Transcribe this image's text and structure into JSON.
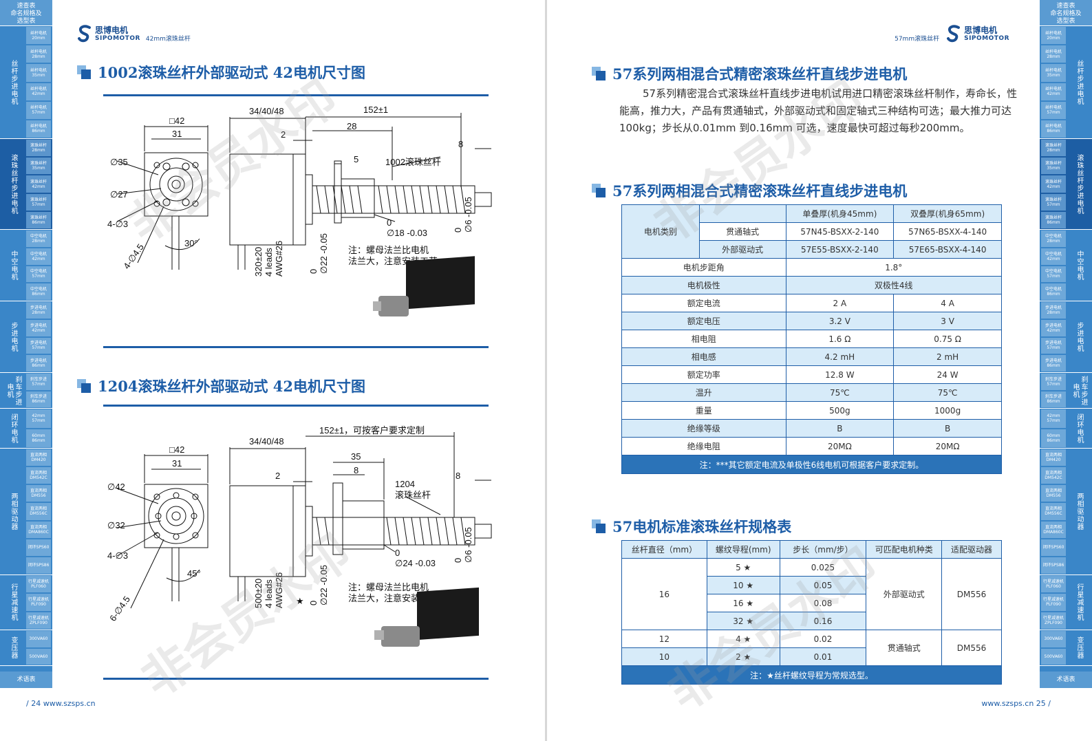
{
  "left_page": {
    "brand_cn": "思博电机",
    "brand_en": "SIPOMOTOR",
    "page_tag": "42mm滚珠丝杆",
    "section1_title": "1002滚珠丝杆外部驱动式 42电机尺寸图",
    "section2_title": "1204滚珠丝杆外部驱动式 42电机尺寸图",
    "drawing1": {
      "sq": "□42",
      "w31": "31",
      "len": "34/40/48",
      "total": "152±1",
      "d28": "28",
      "d2": "2",
      "d5": "5",
      "d8": "8",
      "phi35": "∅35",
      "phi27": "∅27",
      "holes": "4-∅3",
      "bolt": "4-∅4.5",
      "ang": "30°",
      "screw": "1002滚珠丝杆",
      "nut": "0\n∅18 -0.03",
      "boss": "0\n∅22 -0.05",
      "shaft": "0\n∅6 -0.05",
      "leads": "320±20\n4 leads\nAWG#26",
      "note1": "注：螺母法兰比电机",
      "note2": "法兰大，注意安装工艺。"
    },
    "drawing2": {
      "sq": "□42",
      "w31": "31",
      "len": "34/40/48",
      "total": "152±1，可按客户要求定制",
      "d35": "35",
      "d8a": "8",
      "d2": "2",
      "d8": "8",
      "phi42": "∅42",
      "phi32": "∅32",
      "holes": "4-∅3",
      "bolt": "6-∅4.5",
      "ang": "45°",
      "screw1": "1204",
      "screw2": "滚珠丝杆",
      "nut": "0\n∅24 -0.03",
      "boss": "0\n∅22 -0.05",
      "shaft": "0\n∅6 -0.05",
      "leads": "500±20\n4 leads\nAWG#26",
      "note1": "注：螺母法兰比电机",
      "note2": "法兰大，注意安装工艺。",
      "star": "★"
    },
    "footer": "/ 24    www.szsps.cn"
  },
  "right_page": {
    "brand_cn": "思博电机",
    "brand_en": "SIPOMOTOR",
    "page_tag": "57mm滚珠丝杆",
    "section1_title": "57系列两相混合式精密滚珠丝杆直线步进电机",
    "paragraph": "57系列精密混合式滚珠丝杆直线步进电机试用进口精密滚珠丝杆制作，寿命长，性能高，推力大，产品有贯通轴式，外部驱动式和固定轴式三种结构可选；最大推力可达100kg；步长从0.01mm 到0.16mm 可选，速度最快可超过每秒200mm。",
    "section2_title": "57系列两相混合式精密滚珠丝杆直线步进电机",
    "spec_table": {
      "col_single": "单叠厚(机身45mm)",
      "col_double": "双叠厚(机身65mm)",
      "motor_type": "电机类别",
      "through": "贯通轴式",
      "external": "外部驱动式",
      "through_single": "57N45-BSXX-2-140",
      "through_double": "57N65-BSXX-4-140",
      "external_single": "57E55-BSXX-2-140",
      "external_double": "57E65-BSXX-4-140",
      "rows": [
        {
          "name": "电机步距角",
          "merged": "1.8°"
        },
        {
          "name": "电机极性",
          "merged": "双极性4线"
        },
        {
          "name": "额定电流",
          "a": "2 A",
          "b": "4 A"
        },
        {
          "name": "额定电压",
          "a": "3.2 V",
          "b": "3 V"
        },
        {
          "name": "相电阻",
          "a": "1.6 Ω",
          "b": "0.75 Ω"
        },
        {
          "name": "相电感",
          "a": "4.2 mH",
          "b": "2 mH"
        },
        {
          "name": "额定功率",
          "a": "12.8 W",
          "b": "24 W"
        },
        {
          "name": "温升",
          "a": "75℃",
          "b": "75℃"
        },
        {
          "name": "重量",
          "a": "500g",
          "b": "1000g"
        },
        {
          "name": "绝缘等级",
          "a": "B",
          "b": "B"
        },
        {
          "name": "绝缘电阻",
          "a": "20MΩ",
          "b": "20MΩ"
        }
      ],
      "note": "注：***其它额定电流及单极性6线电机可根据客户要求定制。"
    },
    "section3_title": "57电机标准滚珠丝杆规格表",
    "screw_table": {
      "headers": [
        "丝杆直径（mm）",
        "螺纹导程(mm)",
        "步长（mm/步）",
        "可匹配电机种类",
        "适配驱动器"
      ],
      "d16": "16",
      "d12": "12",
      "d10": "10",
      "leads": [
        "5 ★",
        "10 ★",
        "16 ★",
        "32 ★",
        "4 ★",
        "2 ★"
      ],
      "steps": [
        "0.025",
        "0.05",
        "0.08",
        "0.16",
        "0.02",
        "0.01"
      ],
      "type_ext": "外部驱动式",
      "type_thru": "贯通轴式",
      "drv1": "DM556",
      "drv2": "DM556",
      "note": "注：★丝杆螺纹导程为常规选型。"
    },
    "footer": "www.szsps.cn    25 /"
  },
  "sidenav": {
    "top": "速查表\n命名规格及\n选型表",
    "bottom": "术语表",
    "groups": [
      {
        "name": "丝杆步进电机",
        "subs": [
          "丝杆电机20mm",
          "丝杆电机28mm",
          "丝杆电机35mm",
          "丝杆电机42mm",
          "丝杆电机57mm",
          "丝杆电机86mm"
        ]
      },
      {
        "name": "滚珠丝杆步进电机",
        "subs": [
          "滚珠丝杆28mm",
          "滚珠丝杆35mm",
          "滚珠丝杆42mm",
          "滚珠丝杆57mm",
          "滚珠丝杆86mm"
        ]
      },
      {
        "name": "中空电机",
        "subs": [
          "中空电机28mm",
          "中空电机42mm",
          "中空电机57mm",
          "中空电机86mm"
        ]
      },
      {
        "name": "步进电机",
        "subs": [
          "步进电机28mm",
          "步进电机42mm",
          "步进电机57mm",
          "步进电机86mm"
        ]
      },
      {
        "name": "刹车步进电机",
        "subs": [
          "刹车步进57mm",
          "刹车步进86mm"
        ]
      },
      {
        "name": "闭环电机",
        "subs": [
          "42mm 57mm",
          "60mm 86mm"
        ]
      },
      {
        "name": "两相驱动器",
        "subs": [
          "直流两相DM420",
          "直流两相DM542C",
          "直流两相DM556",
          "直流两相DM556C",
          "直流两相DMA860C",
          "闭环SPS60",
          "闭环SPS86"
        ]
      },
      {
        "name": "行星减速机",
        "subs": [
          "行星减速机PLF060",
          "行星减速机PLF090",
          "行星减速机ZPLF090"
        ]
      },
      {
        "name": "变压器",
        "subs": [
          "300VA60",
          "500VA60"
        ]
      }
    ]
  },
  "watermark": "非会员水印"
}
